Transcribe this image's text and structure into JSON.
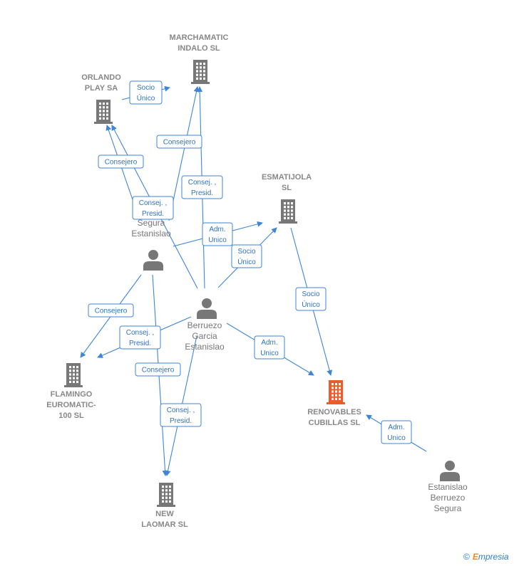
{
  "colors": {
    "edge": "#3f86d6",
    "node": "#777777",
    "highlight": "#f05a28"
  },
  "nodes": {
    "marchamatic": {
      "lines": [
        "MARCHAMATIC",
        "INDALO SL"
      ],
      "kind": "company",
      "icon": "building-icon"
    },
    "orlando": {
      "lines": [
        "ORLANDO",
        "PLAY SA"
      ],
      "kind": "company",
      "icon": "building-icon"
    },
    "esmatijola": {
      "lines": [
        "ESMATIJOLA",
        "SL"
      ],
      "kind": "company",
      "icon": "building-icon"
    },
    "flamingo": {
      "lines": [
        "FLAMINGO",
        "EUROMATIC-",
        "100 SL"
      ],
      "kind": "company",
      "icon": "building-icon"
    },
    "renovables": {
      "lines": [
        "RENOVABLES",
        "CUBILLAS  SL"
      ],
      "kind": "company-main",
      "icon": "building-icon"
    },
    "newlaomar": {
      "lines": [
        "NEW",
        "LAOMAR SL"
      ],
      "kind": "company",
      "icon": "building-icon"
    },
    "segura": {
      "lines": [
        "Segura",
        "Estanislao"
      ],
      "kind": "person",
      "icon": "person-icon"
    },
    "berruezo": {
      "lines": [
        "Berruezo",
        "Garcia",
        "Estanislao"
      ],
      "kind": "person",
      "icon": "person-icon"
    },
    "estanislao": {
      "lines": [
        "Estanislao",
        "Berruezo",
        "Segura"
      ],
      "kind": "person",
      "icon": "person-icon"
    }
  },
  "edges": [
    {
      "id": "e1",
      "lines": [
        "Socio",
        "Único"
      ]
    },
    {
      "id": "e2",
      "lines": [
        "Consejero"
      ]
    },
    {
      "id": "e3",
      "lines": [
        "Consejero"
      ]
    },
    {
      "id": "e4",
      "lines": [
        "Consej. ,",
        "Presid."
      ]
    },
    {
      "id": "e5",
      "lines": [
        "Consej. ,",
        "Presid."
      ]
    },
    {
      "id": "e6",
      "lines": [
        "Adm.",
        "Unico"
      ]
    },
    {
      "id": "e7",
      "lines": [
        "Socio",
        "Único"
      ]
    },
    {
      "id": "e8",
      "lines": [
        "Socio",
        "Único"
      ]
    },
    {
      "id": "e9",
      "lines": [
        "Consejero"
      ]
    },
    {
      "id": "e10",
      "lines": [
        "Consej. ,",
        "Presid."
      ]
    },
    {
      "id": "e11",
      "lines": [
        "Adm.",
        "Unico"
      ]
    },
    {
      "id": "e12",
      "lines": [
        "Consejero"
      ]
    },
    {
      "id": "e13",
      "lines": [
        "Consej. ,",
        "Presid."
      ]
    },
    {
      "id": "e14",
      "lines": [
        "Adm.",
        "Unico"
      ]
    }
  ],
  "brand": {
    "copyright": "©",
    "first_letter": "E",
    "rest": "mpresia"
  }
}
